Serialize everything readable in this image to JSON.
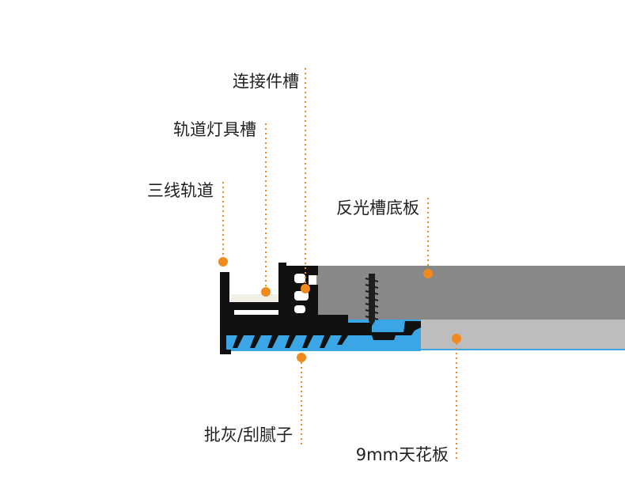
{
  "labels": {
    "connector_slot": "连接件槽",
    "track_light_slot": "轨道灯具槽",
    "three_wire_track": "三线轨道",
    "reflective_slot_base": "反光槽底板",
    "putty_filler": "批灰/刮腻子",
    "ceiling_board": "9mm天花板"
  },
  "colors": {
    "accent": "#f08a1c",
    "profile": "#111111",
    "putty": "#3aa6e6",
    "base_plate": "#888888",
    "ceiling": "#bdbdbd"
  }
}
